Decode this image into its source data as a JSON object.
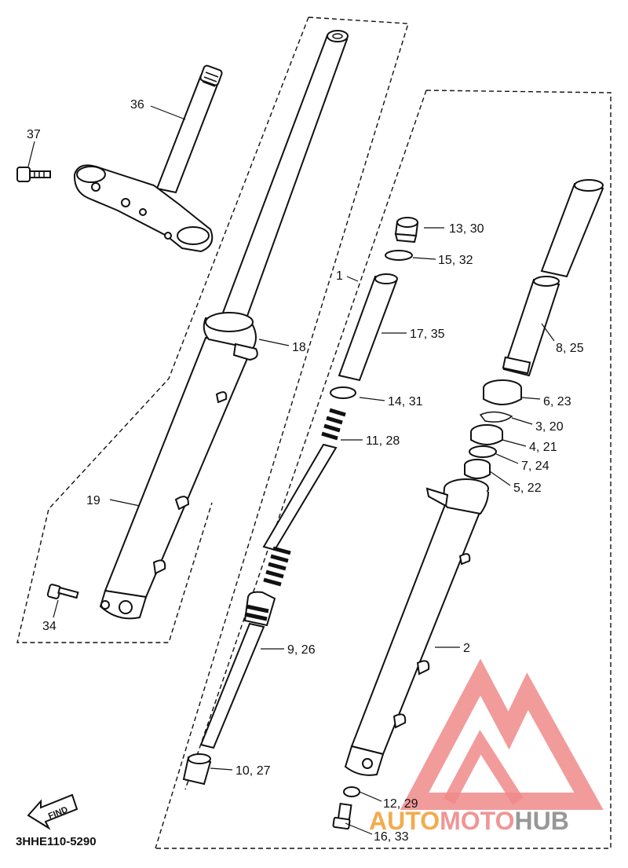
{
  "diagram": {
    "code": "3HHE110-5290",
    "find_label": "FIND",
    "colors": {
      "line": "#111111",
      "watermark": "#f08a8a",
      "watermark_text": "#8c8c8c"
    },
    "callouts": {
      "c1": "1",
      "c2": "2",
      "c3_20": "3, 20",
      "c4_21": "4, 21",
      "c5_22": "5, 22",
      "c6_23": "6, 23",
      "c7_24": "7, 24",
      "c8_25": "8, 25",
      "c9_26": "9, 26",
      "c10_27": "10, 27",
      "c11_28": "11, 28",
      "c12_29": "12, 29",
      "c13_30": "13, 30",
      "c14_31": "14, 31",
      "c15_32": "15, 32",
      "c16_33": "16, 33",
      "c17_35": "17, 35",
      "c18": "18",
      "c19": "19",
      "c34": "34",
      "c36": "36",
      "c37": "37"
    }
  },
  "watermark": {
    "part1": "AUTO",
    "part2": "MOTO",
    "part3": "HUB"
  }
}
